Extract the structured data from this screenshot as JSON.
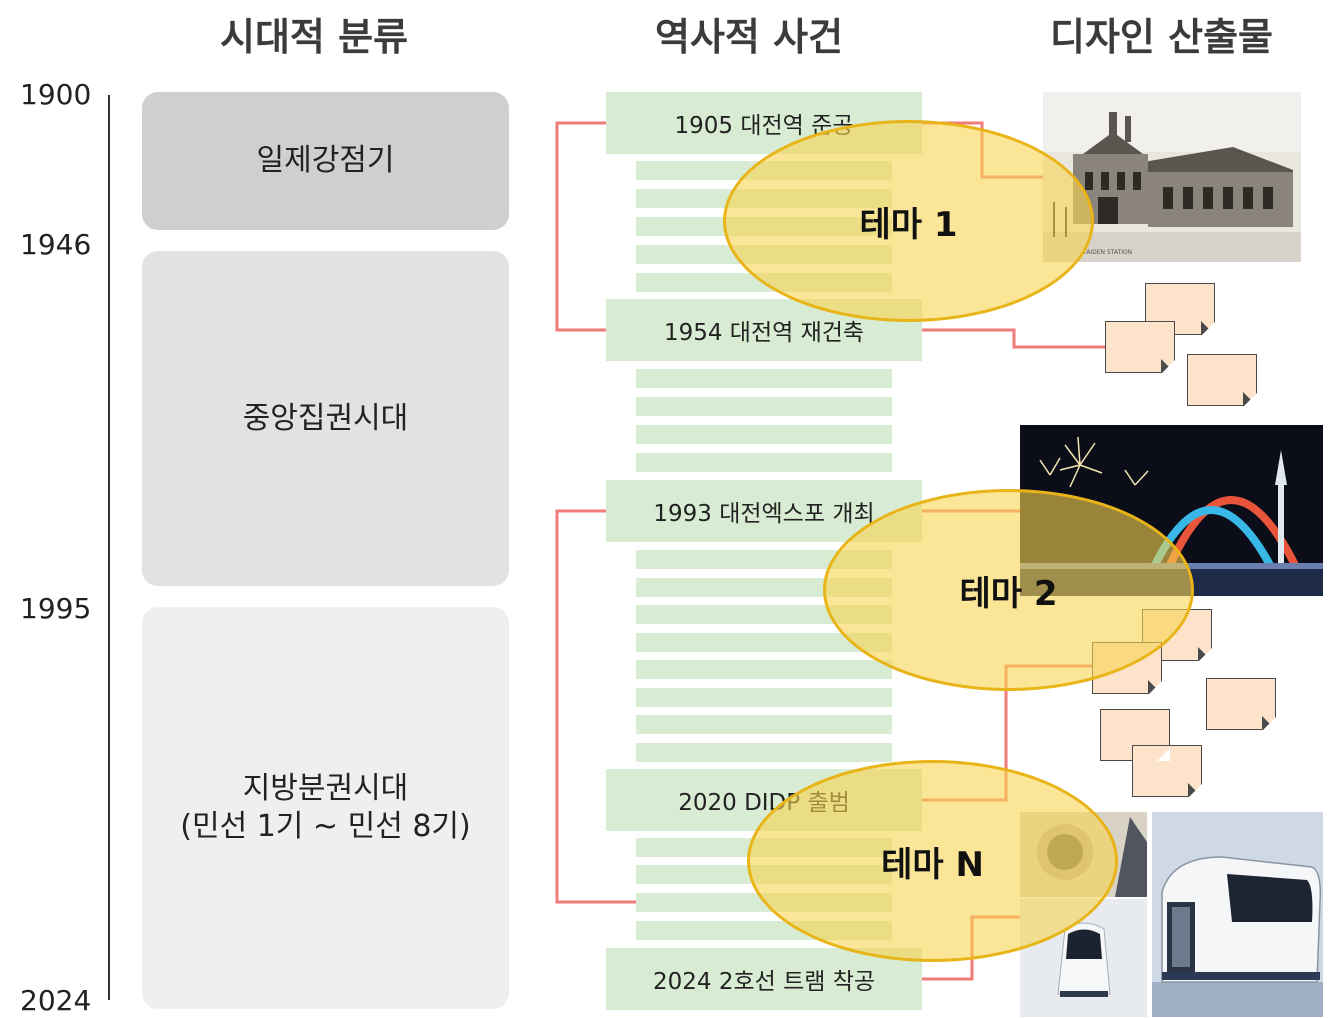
{
  "headers": {
    "era_col": "시대적 분류",
    "event_col": "역사적 사건",
    "design_col": "디자인 산출물"
  },
  "years": [
    "1900",
    "1946",
    "1995",
    "2024"
  ],
  "eras": [
    {
      "label": "일제강점기",
      "color": "#cfcfcf"
    },
    {
      "label": "중앙집권시대",
      "color": "#e2e2e2"
    },
    {
      "label": "지방분권시대\n(민선 1기 ~ 민선 8기)",
      "color": "#efefef"
    }
  ],
  "events": [
    "1905 대전역 준공",
    "1954 대전역 재건축",
    "1993 대전엑스포 개최",
    "2020 DIDP 출범",
    "2024 2호선 트램 착공"
  ],
  "themes": [
    "테마 1",
    "테마 2",
    "테마 N"
  ],
  "colors": {
    "event_fill": "#d8ecd3",
    "connector": "#f07b78",
    "theme_fill": "#f8d450",
    "note_fill": "#fde3c9"
  }
}
